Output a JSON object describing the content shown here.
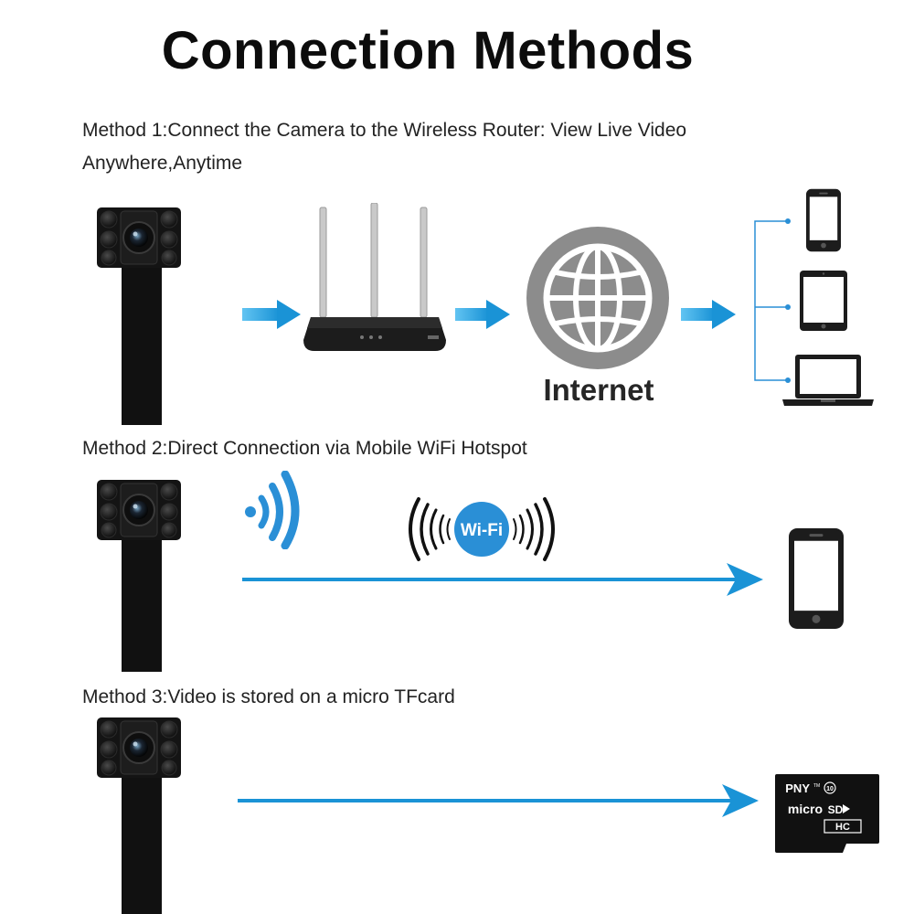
{
  "title": "Connection Methods",
  "methods": [
    {
      "label_line1": "Method 1:Connect the Camera to the Wireless Router: View Live Video",
      "label_line2": "Anywhere,Anytime",
      "internet_label": "Internet"
    },
    {
      "label": "Method 2:Direct Connection via Mobile WiFi Hotspot",
      "wifi_badge": "Wi-Fi"
    },
    {
      "label": "Method 3:Video is stored on a micro TFcard",
      "sd_card": {
        "brand": "PNY",
        "brand_suffix": "TM",
        "class": "10",
        "type": "micro",
        "format": "SD",
        "capacity": "HC"
      }
    }
  ],
  "colors": {
    "arrow": "#1a9ad6",
    "globe": "#8a8a8a",
    "device": "#1c1c1c",
    "wifi": "#2a8fd6"
  }
}
